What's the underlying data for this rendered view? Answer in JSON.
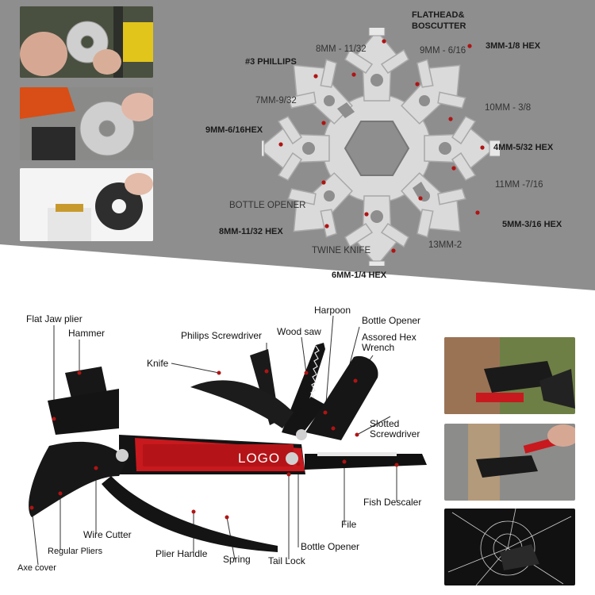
{
  "colors": {
    "top_bg": "#8e8e8e",
    "steel": "#d9d9d9",
    "handle_red": "#c8191e",
    "tool_black": "#141414",
    "dot_red": "#b01414"
  },
  "snowflake_tool": {
    "labels": {
      "flathead": "FLATHEAD&\nBOSCUTTER",
      "mm8_1132": "8MM - 11/32",
      "mm9_616": "9MM - 6/16",
      "hex3mm": "3MM-1/8 HEX",
      "phillips3": "#3 PHILLIPS",
      "mm7_932": "7MM-9/32",
      "mm10_38": "10MM - 3/8",
      "hex9mm": "9MM-6/16HEX",
      "hex4mm": "4MM-5/32 HEX",
      "mm11_716": "11MM -7/16",
      "bottle_opener": "BOTTLE OPENER",
      "hex8mm": "8MM-11/32 HEX",
      "hex5mm": "5MM-3/16 HEX",
      "twine_knife": "TWINE KNIFE",
      "mm13_2": "13MM-2",
      "hex6mm": "6MM-1/4 HEX"
    }
  },
  "multitool": {
    "logo_text": "LOGO",
    "labels": {
      "flat_jaw_plier": "Flat Jaw plier",
      "hammer": "Hammer",
      "philips_screwdriver": "Philips Screwdriver",
      "wood_saw": "Wood saw",
      "harpoon": "Harpoon",
      "bottle_opener_top": "Bottle Opener",
      "assored_hex_wrench": "Assored Hex\nWrench",
      "knife": "Knife",
      "slotted_screwdriver": "Slotted\nScrewdriver",
      "fish_descaler": "Fish Descaler",
      "file": "File",
      "wire_cutter": "Wire Cutter",
      "regular_pliers": "Regular Pliers",
      "axe_cover": "Axe cover",
      "plier_handle": "Plier Handle",
      "spring": "Spring",
      "tail_lock": "Tail Lock",
      "bottle_opener_bottom": "Bottle Opener"
    }
  }
}
